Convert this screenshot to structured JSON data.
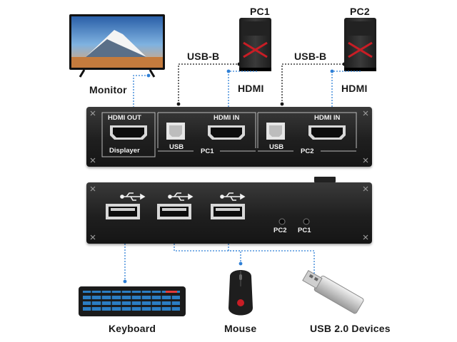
{
  "labels": {
    "monitor": "Monitor",
    "pc1": "PC1",
    "pc2": "PC2",
    "usb_b_1": "USB-B",
    "usb_b_2": "USB-B",
    "hdmi_1": "HDMI",
    "hdmi_2": "HDMI",
    "keyboard": "Keyboard",
    "mouse": "Mouse",
    "usb_devices": "USB 2.0 Devices"
  },
  "front_panel": {
    "hdmi_out": "HDMI OUT",
    "displayer": "Displayer",
    "pc1_hdmi_in": "HDMI IN",
    "pc1_usb": "USB",
    "pc1_label": "PC1",
    "pc2_hdmi_in": "HDMI IN",
    "pc2_usb": "USB",
    "pc2_label": "PC2"
  },
  "back_panel": {
    "led_pc2": "PC2",
    "led_pc1": "PC1"
  },
  "colors": {
    "accent_blue": "#2e7fd6",
    "panel_dark": "#1f1f1f",
    "text": "#1a1a1a"
  }
}
